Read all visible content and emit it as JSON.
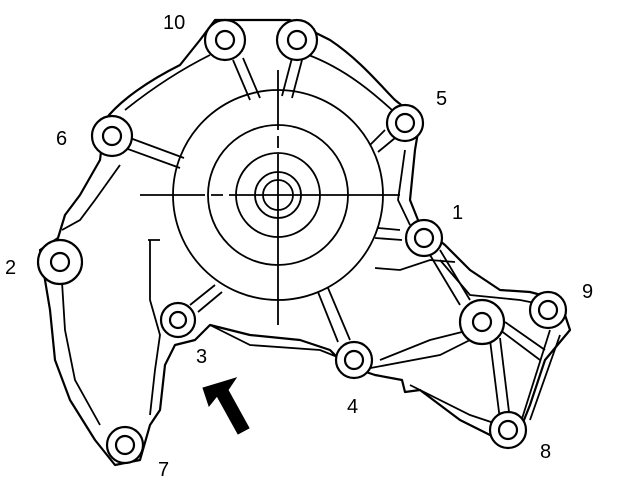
{
  "bolt_labels": [
    {
      "id": "1",
      "text": "1"
    },
    {
      "id": "2",
      "text": "2"
    },
    {
      "id": "3",
      "text": "3"
    },
    {
      "id": "4",
      "text": "4"
    },
    {
      "id": "5",
      "text": "5"
    },
    {
      "id": "6",
      "text": "6"
    },
    {
      "id": "7",
      "text": "7"
    },
    {
      "id": "8",
      "text": "8"
    },
    {
      "id": "9",
      "text": "9"
    },
    {
      "id": "10",
      "text": "10"
    }
  ],
  "icons": {
    "direction_arrow": "arrow-icon"
  },
  "colors": {
    "line": "#000000",
    "background": "#ffffff"
  }
}
